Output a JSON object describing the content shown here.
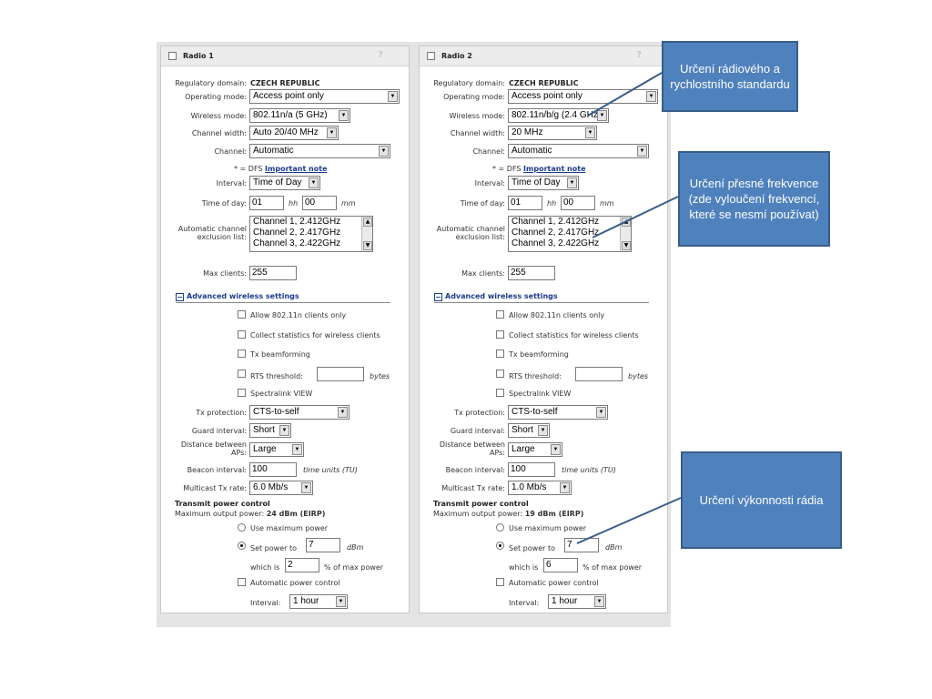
{
  "radio1": {
    "title": "Radio 1",
    "help": "?",
    "regdomain_label": "Regulatory domain:",
    "regdomain_value": "CZECH REPUBLIC",
    "opmode_label": "Operating mode:",
    "opmode_value": "Access point only",
    "wmode_label": "Wireless mode:",
    "wmode_value": "802.11n/a (5 GHz)",
    "chwidth_label": "Channel width:",
    "chwidth_value": "Auto 20/40 MHz",
    "channel_label": "Channel:",
    "channel_value": "Automatic",
    "dfs_prefix": "* = DFS",
    "dfs_link": "Important note",
    "interval_label": "Interval:",
    "interval_value": "Time of Day",
    "tod_label": "Time of day:",
    "tod_hh": "01",
    "tod_hh_unit": "hh",
    "tod_mm": "00",
    "tod_mm_unit": "mm",
    "excl_label1": "Automatic channel",
    "excl_label2": "exclusion list:",
    "excl_items": [
      "Channel 1, 2.412GHz",
      "Channel 2, 2.417GHz",
      "Channel 3, 2.422GHz"
    ],
    "maxclients_label": "Max clients:",
    "maxclients_value": "255",
    "adv_label": "Advanced wireless settings",
    "allow_n": "Allow 802.11n clients only",
    "collect_stats": "Collect statistics for wireless clients",
    "tx_beam": "Tx beamforming",
    "rts_label": "RTS threshold:",
    "rts_value": "",
    "rts_unit": "bytes",
    "spectralink": "Spectralink VIEW",
    "txprot_label": "Tx protection:",
    "txprot_value": "CTS-to-self",
    "guard_label": "Guard interval:",
    "guard_value": "Short",
    "dist_label1": "Distance between",
    "dist_label2": "APs:",
    "dist_value": "Large",
    "beacon_label": "Beacon interval:",
    "beacon_value": "100",
    "beacon_unit": "time units (TU)",
    "mcast_label": "Multicast Tx rate:",
    "mcast_value": "6.0 Mb/s",
    "tpc_title": "Transmit power control",
    "maxout_label": "Maximum output power:",
    "maxout_value": "24 dBm (EIRP)",
    "use_max": "Use maximum power",
    "set_power": "Set power to",
    "set_power_value": "7",
    "set_power_unit": "dBm",
    "which_is": "which is",
    "which_is_value": "2",
    "which_is_unit": "% of max power",
    "auto_power": "Automatic power control",
    "apc_interval_label": "Interval:",
    "apc_interval_value": "1 hour"
  },
  "radio2": {
    "title": "Radio 2",
    "help": "?",
    "regdomain_label": "Regulatory domain:",
    "regdomain_value": "CZECH REPUBLIC",
    "opmode_label": "Operating mode:",
    "opmode_value": "Access point only",
    "wmode_label": "Wireless mode:",
    "wmode_value": "802.11n/b/g (2.4 GHz)",
    "chwidth_label": "Channel width:",
    "chwidth_value": "20 MHz",
    "channel_label": "Channel:",
    "channel_value": "Automatic",
    "dfs_prefix": "* = DFS",
    "dfs_link": "Important note",
    "interval_label": "Interval:",
    "interval_value": "Time of Day",
    "tod_label": "Time of day:",
    "tod_hh": "01",
    "tod_hh_unit": "hh",
    "tod_mm": "00",
    "tod_mm_unit": "mm",
    "excl_label1": "Automatic channel",
    "excl_label2": "exclusion list:",
    "excl_items": [
      "Channel 1, 2.412GHz",
      "Channel 2, 2.417GHz",
      "Channel 3, 2.422GHz"
    ],
    "maxclients_label": "Max clients:",
    "maxclients_value": "255",
    "adv_label": "Advanced wireless settings",
    "allow_n": "Allow 802.11n clients only",
    "collect_stats": "Collect statistics for wireless clients",
    "tx_beam": "Tx beamforming",
    "rts_label": "RTS threshold:",
    "rts_value": "",
    "rts_unit": "bytes",
    "spectralink": "Spectralink VIEW",
    "txprot_label": "Tx protection:",
    "txprot_value": "CTS-to-self",
    "guard_label": "Guard interval:",
    "guard_value": "Short",
    "dist_label1": "Distance between",
    "dist_label2": "APs:",
    "dist_value": "Large",
    "beacon_label": "Beacon interval:",
    "beacon_value": "100",
    "beacon_unit": "time units (TU)",
    "mcast_label": "Multicast Tx rate:",
    "mcast_value": "1.0 Mb/s",
    "tpc_title": "Transmit power control",
    "maxout_label": "Maximum output power:",
    "maxout_value": "19 dBm (EIRP)",
    "use_max": "Use maximum power",
    "set_power": "Set power to",
    "set_power_value": "7",
    "set_power_unit": "dBm",
    "which_is": "which is",
    "which_is_value": "6",
    "which_is_unit": "% of max power",
    "auto_power": "Automatic power control",
    "apc_interval_label": "Interval:",
    "apc_interval_value": "1 hour"
  },
  "callouts": {
    "standard": "Určení rádiového a rychlostního standardu",
    "frequency": "Určení přesné frekvence (zde vyloučení frekvencí, které se nesmí používat)",
    "power": "Určení výkonnosti rádia"
  },
  "colors": {
    "callout_fill": "#4f81bd",
    "callout_border": "#385d8a",
    "link": "#1a3c8c"
  }
}
